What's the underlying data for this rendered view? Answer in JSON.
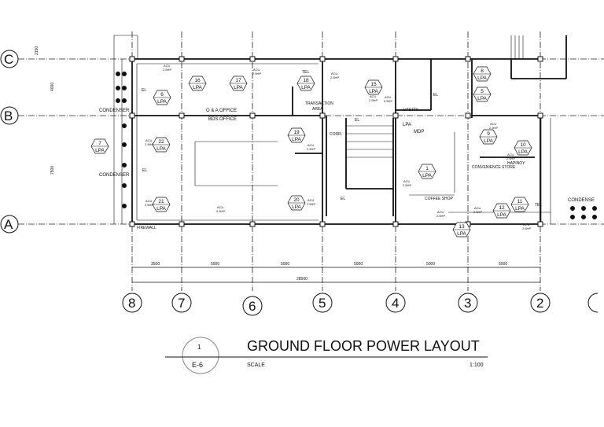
{
  "title": "GROUND FLOOR POWER LAYOUT",
  "scale_label": "SCALE",
  "scale_value": "1:100",
  "detail_number": "1",
  "sheet_number": "E-6",
  "grid_rows": [
    "C",
    "B",
    "A"
  ],
  "grid_columns": [
    "8",
    "7",
    "6",
    "5",
    "4",
    "3",
    "2"
  ],
  "column_dimensions": [
    "3500",
    "5000",
    "5000",
    "5000",
    "5000",
    "5000"
  ],
  "total_dimension": "28500",
  "row_dimensions": [
    "2150",
    "4000",
    "7500"
  ],
  "rooms": {
    "condenser_1": "CONDENSER",
    "condenser_2": "CONDENSER",
    "condenser_3": "CONDENSE",
    "oa_office": "O & A OFFICE",
    "bds_office": "BDS OFFICE",
    "transaction_1": "TRANSACTION",
    "transaction_2": "AREA",
    "corr": "CORR.",
    "utility": "UTILITY",
    "mdp": "MDP",
    "lpa": "LPA",
    "store_1": "HAPINOY",
    "store_2": "CONVENIENCE STORE",
    "coffee": "COFFEE SHOP",
    "firewall": "FIREWALL"
  },
  "acu_label": "ACU",
  "acu_rating": "2.5HP",
  "el_label": "EL",
  "tel_label": "TEL",
  "panel_tags": [
    {
      "num": "16",
      "label": "LPA"
    },
    {
      "num": "17",
      "label": "LPA"
    },
    {
      "num": "18",
      "label": "LPA"
    },
    {
      "num": "6",
      "label": "LPA"
    },
    {
      "num": "7",
      "label": "LPA"
    },
    {
      "num": "22",
      "label": "LPA"
    },
    {
      "num": "21",
      "label": "LPA"
    },
    {
      "num": "19",
      "label": "LPA"
    },
    {
      "num": "20",
      "label": "LPA"
    },
    {
      "num": "15",
      "label": "LPA"
    },
    {
      "num": "8",
      "label": "LPA"
    },
    {
      "num": "5",
      "label": "LPA"
    },
    {
      "num": "9",
      "label": "LPA"
    },
    {
      "num": "10",
      "label": "LPA"
    },
    {
      "num": "1",
      "label": "LPA"
    },
    {
      "num": "12",
      "label": "LPA"
    },
    {
      "num": "11",
      "label": "LPA"
    },
    {
      "num": "13",
      "label": "LPA"
    }
  ]
}
